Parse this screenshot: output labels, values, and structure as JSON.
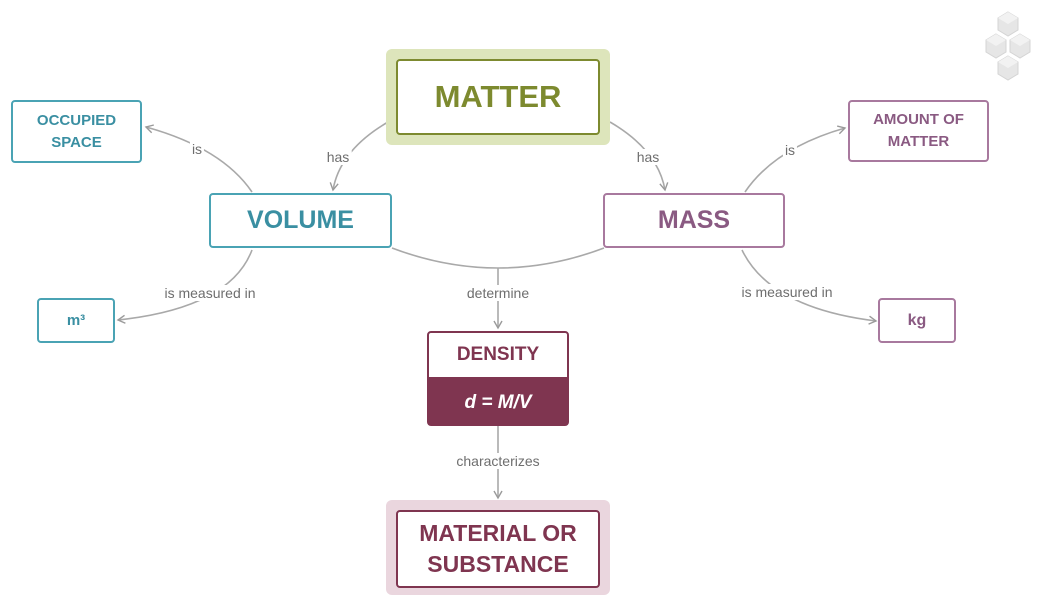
{
  "colors": {
    "matter": "#7d8a2f",
    "matter_halo": "#dde5bb",
    "volume": "#4aa3b4",
    "volume_text": "#3a8fa2",
    "mass": "#a8799e",
    "mass_text": "#8a5a82",
    "density": "#7f3550",
    "material_halo": "#ead6de",
    "connector": "#a9a9a9",
    "link_text": "#6e6e6e"
  },
  "nodes": {
    "matter": "MATTER",
    "volume": "VOLUME",
    "mass": "MASS",
    "occupied_space": "OCCUPIED SPACE",
    "amount_of_matter": "AMOUNT OF MATTER",
    "volume_unit": "m³",
    "mass_unit": "kg",
    "density": "DENSITY",
    "density_formula": "d = M/V",
    "material": "MATERIAL OR SUBSTANCE"
  },
  "links": {
    "matter_volume": "has",
    "matter_mass": "has",
    "volume_space": "is",
    "mass_amount": "is",
    "volume_unit": "is measured in",
    "mass_unit": "is measured in",
    "determine": "determine",
    "characterizes": "characterizes"
  },
  "logo_icon": "cube-cluster-icon"
}
